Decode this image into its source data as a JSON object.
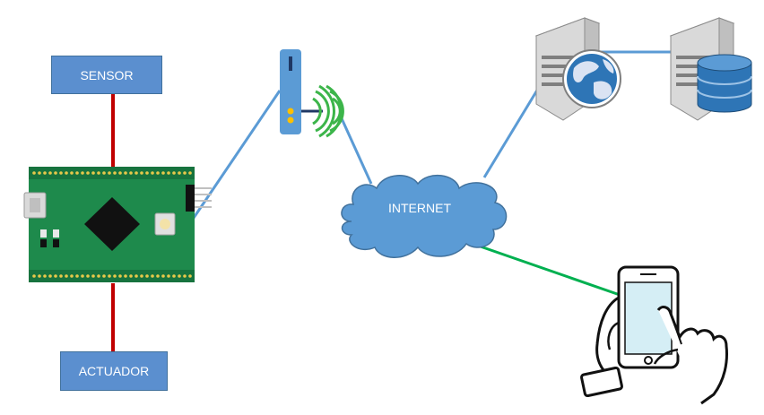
{
  "nodes": {
    "sensor": {
      "label": "SENSOR"
    },
    "actuator": {
      "label": "ACTUADOR"
    },
    "internet": {
      "label": "INTERNET"
    }
  },
  "icons": [
    "microcontroller-board-icon",
    "wifi-router-icon",
    "cloud-icon",
    "web-server-icon",
    "globe-icon",
    "database-server-icon",
    "database-icon",
    "smartphone-in-hands-icon"
  ],
  "colors": {
    "box_fill": "#5b8fcf",
    "link_blue": "#5b9bd5",
    "link_red": "#c00000",
    "link_green": "#00b050",
    "board_green": "#1e8a4c",
    "wifi_green": "#3cb54a"
  }
}
